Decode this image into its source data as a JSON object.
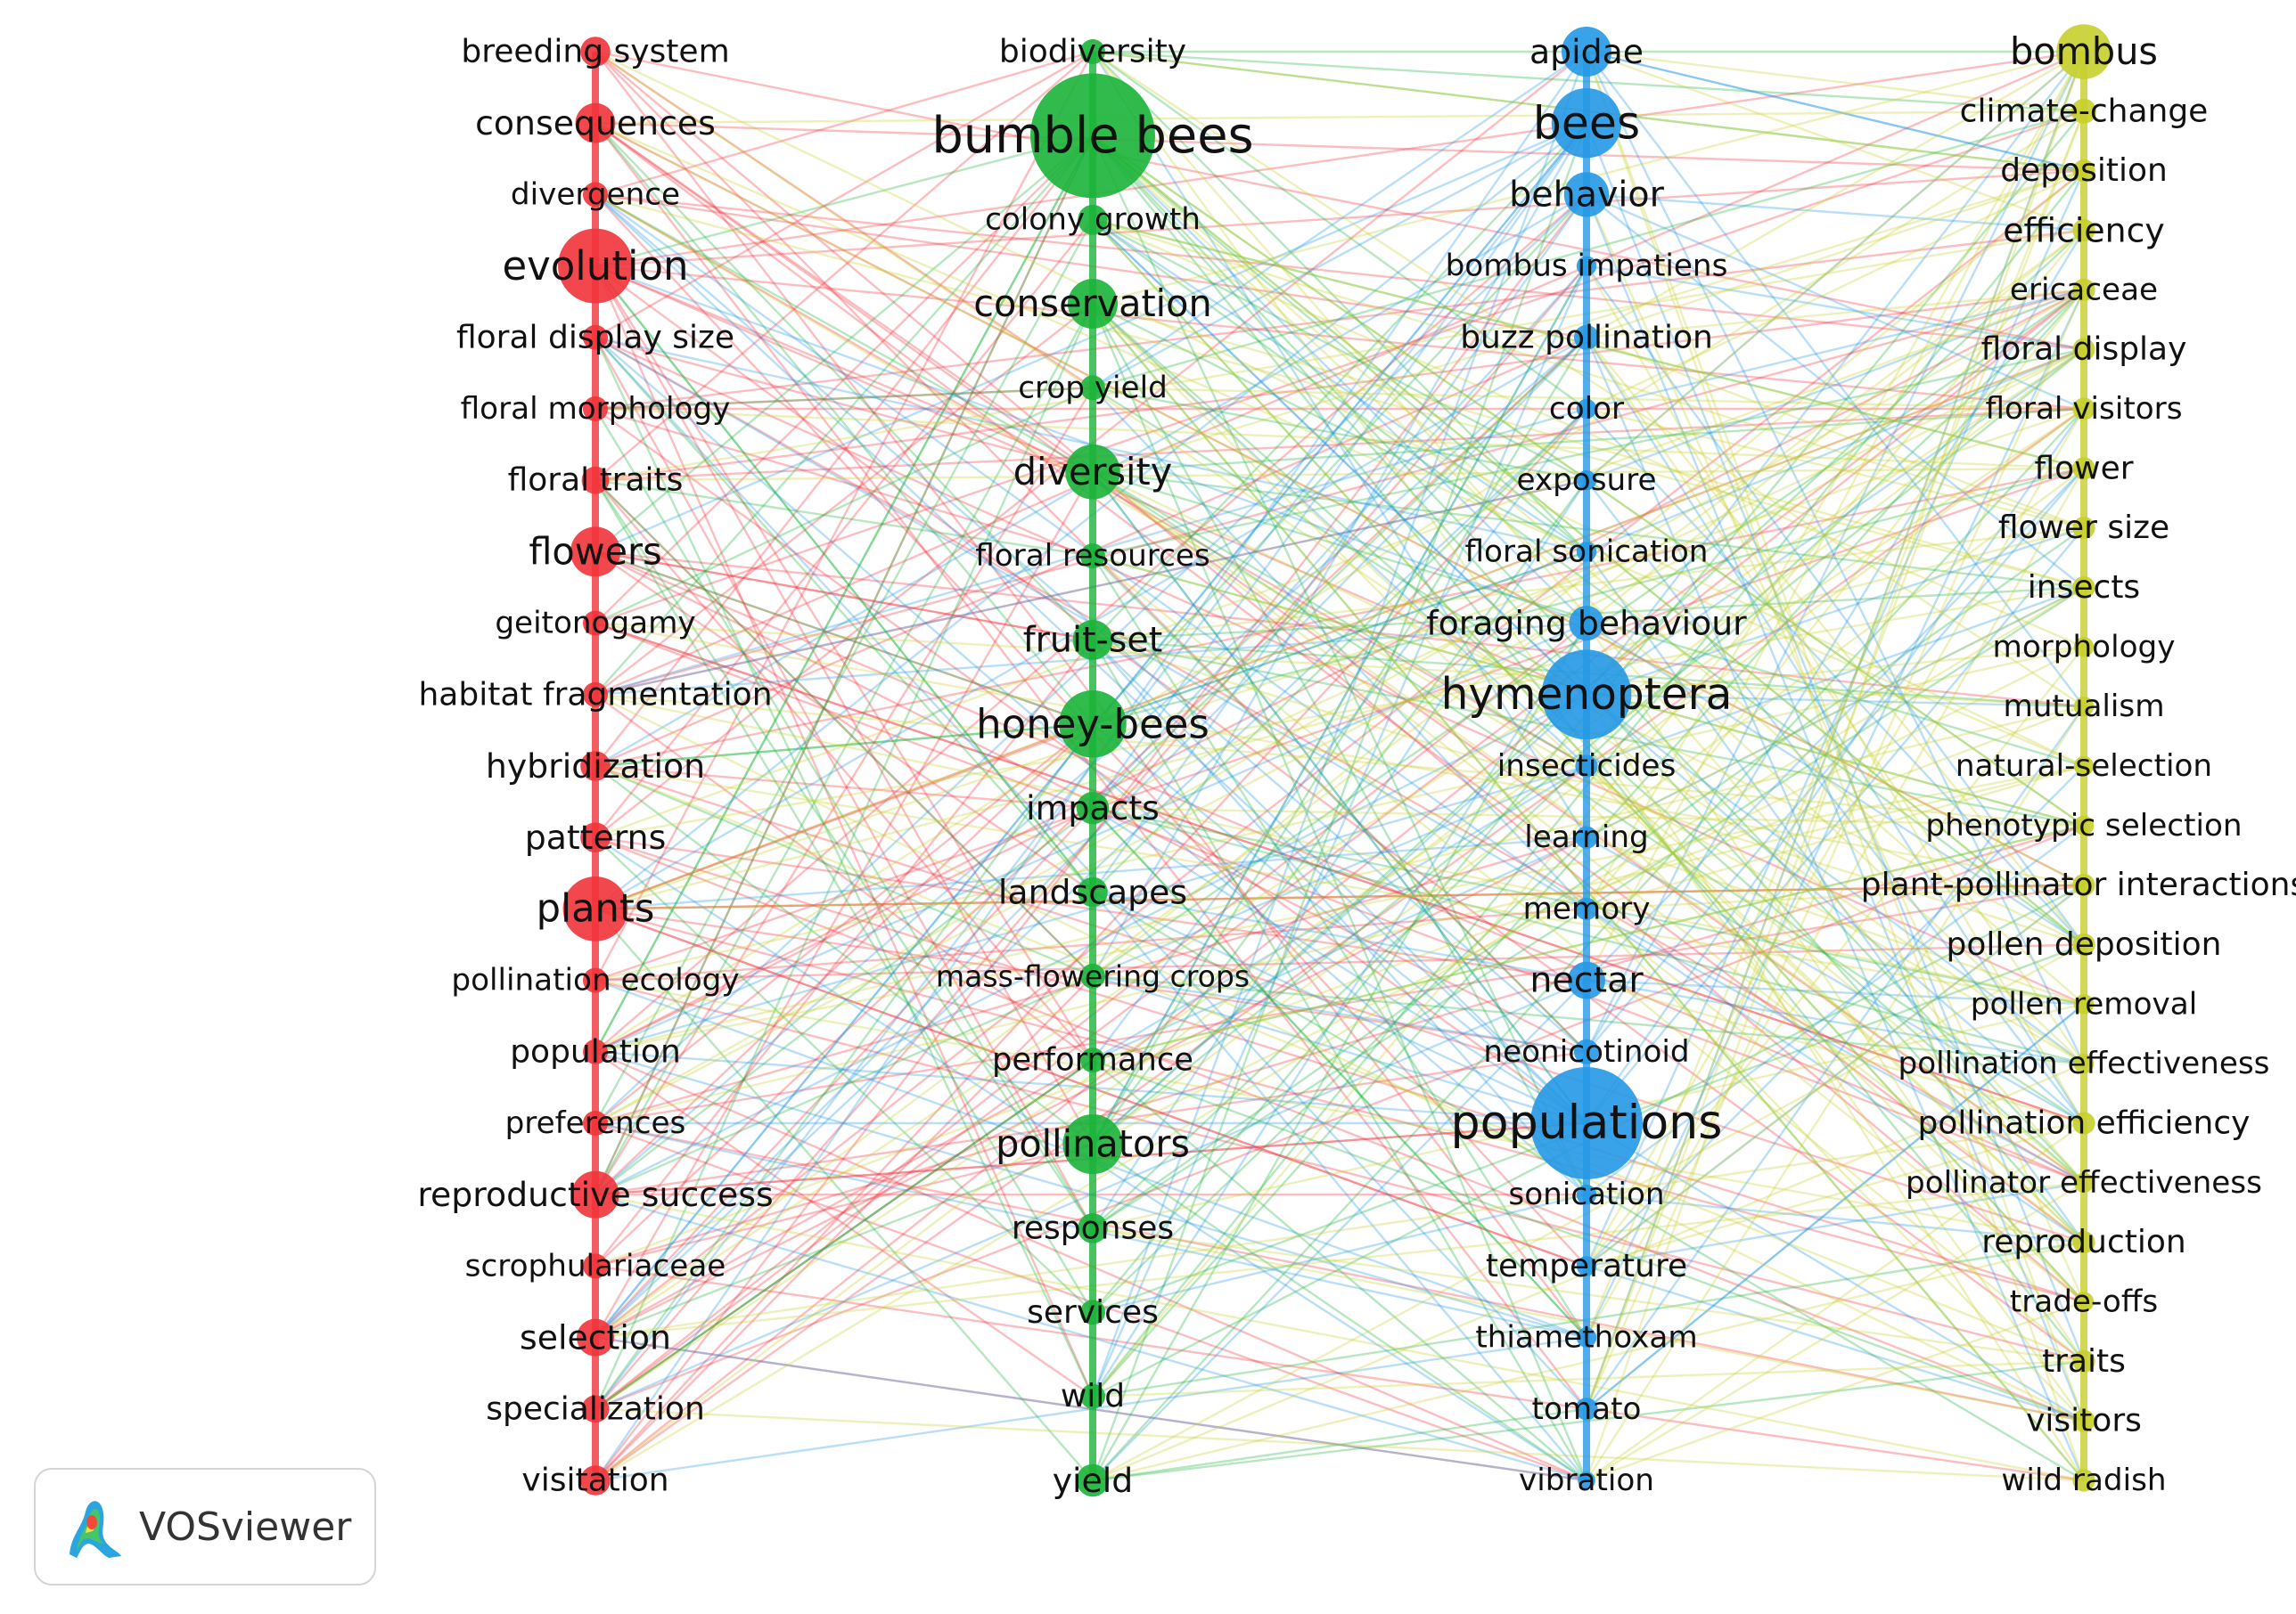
{
  "logo": {
    "label": "VOSviewer"
  },
  "clusters": [
    {
      "id": "red",
      "color": "#f2333b",
      "nodes": [
        {
          "label": "breeding system",
          "size": 1.2,
          "fs": 1.0
        },
        {
          "label": "consequences",
          "size": 1.6,
          "fs": 1.05
        },
        {
          "label": "divergence",
          "size": 1.0,
          "fs": 0.95
        },
        {
          "label": "evolution",
          "size": 3.0,
          "fs": 1.25
        },
        {
          "label": "floral display size",
          "size": 1.0,
          "fs": 1.0
        },
        {
          "label": "floral morphology",
          "size": 1.0,
          "fs": 0.95
        },
        {
          "label": "floral traits",
          "size": 1.1,
          "fs": 1.0
        },
        {
          "label": "flowers",
          "size": 2.0,
          "fs": 1.15
        },
        {
          "label": "geitonogamy",
          "size": 1.0,
          "fs": 0.95
        },
        {
          "label": "habitat fragmentation",
          "size": 1.0,
          "fs": 1.0
        },
        {
          "label": "hybridization",
          "size": 1.2,
          "fs": 1.05
        },
        {
          "label": "patterns",
          "size": 1.2,
          "fs": 1.05
        },
        {
          "label": "plants",
          "size": 2.6,
          "fs": 1.2
        },
        {
          "label": "pollination ecology",
          "size": 1.0,
          "fs": 0.95
        },
        {
          "label": "population",
          "size": 1.0,
          "fs": 1.0
        },
        {
          "label": "preferences",
          "size": 1.0,
          "fs": 0.95
        },
        {
          "label": "reproductive success",
          "size": 1.9,
          "fs": 1.05
        },
        {
          "label": "scrophulariaceae",
          "size": 1.0,
          "fs": 0.95
        },
        {
          "label": "selection",
          "size": 1.5,
          "fs": 1.05
        },
        {
          "label": "specialization",
          "size": 1.1,
          "fs": 1.0
        },
        {
          "label": "visitation",
          "size": 1.2,
          "fs": 1.0
        }
      ]
    },
    {
      "id": "green",
      "color": "#1bb43a",
      "nodes": [
        {
          "label": "biodiversity",
          "size": 1.0,
          "fs": 1.0
        },
        {
          "label": "bumble bees",
          "size": 5.0,
          "fs": 1.55
        },
        {
          "label": "colony growth",
          "size": 1.2,
          "fs": 0.95
        },
        {
          "label": "conservation",
          "size": 2.0,
          "fs": 1.15
        },
        {
          "label": "crop yield",
          "size": 1.0,
          "fs": 0.95
        },
        {
          "label": "diversity",
          "size": 2.2,
          "fs": 1.15
        },
        {
          "label": "floral resources",
          "size": 1.0,
          "fs": 0.95
        },
        {
          "label": "fruit-set",
          "size": 1.6,
          "fs": 1.1
        },
        {
          "label": "honey-bees",
          "size": 2.7,
          "fs": 1.25
        },
        {
          "label": "impacts",
          "size": 1.3,
          "fs": 1.05
        },
        {
          "label": "landscapes",
          "size": 1.2,
          "fs": 1.05
        },
        {
          "label": "mass-flowering crops",
          "size": 1.0,
          "fs": 0.92
        },
        {
          "label": "performance",
          "size": 1.0,
          "fs": 0.98
        },
        {
          "label": "pollinators",
          "size": 2.4,
          "fs": 1.15
        },
        {
          "label": "responses",
          "size": 1.2,
          "fs": 1.0
        },
        {
          "label": "services",
          "size": 1.0,
          "fs": 1.0
        },
        {
          "label": "wild",
          "size": 1.0,
          "fs": 1.0
        },
        {
          "label": "yield",
          "size": 1.3,
          "fs": 1.05
        }
      ]
    },
    {
      "id": "blue",
      "color": "#2598e6",
      "nodes": [
        {
          "label": "apidae",
          "size": 2.0,
          "fs": 1.05
        },
        {
          "label": "bees",
          "size": 2.8,
          "fs": 1.4
        },
        {
          "label": "behavior",
          "size": 1.8,
          "fs": 1.1
        },
        {
          "label": "bombus impatiens",
          "size": 0.8,
          "fs": 0.95
        },
        {
          "label": "buzz pollination",
          "size": 1.0,
          "fs": 1.0
        },
        {
          "label": "color",
          "size": 0.8,
          "fs": 0.95
        },
        {
          "label": "exposure",
          "size": 0.8,
          "fs": 0.95
        },
        {
          "label": "floral sonication",
          "size": 0.8,
          "fs": 0.95
        },
        {
          "label": "foraging behaviour",
          "size": 1.4,
          "fs": 1.05
        },
        {
          "label": "hymenoptera",
          "size": 3.6,
          "fs": 1.35
        },
        {
          "label": "insecticides",
          "size": 0.9,
          "fs": 0.95
        },
        {
          "label": "learning",
          "size": 0.9,
          "fs": 0.95
        },
        {
          "label": "memory",
          "size": 0.9,
          "fs": 0.95
        },
        {
          "label": "nectar",
          "size": 1.5,
          "fs": 1.1
        },
        {
          "label": "neonicotinoid",
          "size": 1.0,
          "fs": 0.95
        },
        {
          "label": "populations",
          "size": 4.5,
          "fs": 1.45
        },
        {
          "label": "sonication",
          "size": 0.8,
          "fs": 0.95
        },
        {
          "label": "temperature",
          "size": 0.8,
          "fs": 1.0
        },
        {
          "label": "thiamethoxam",
          "size": 0.8,
          "fs": 0.95
        },
        {
          "label": "tomato",
          "size": 0.9,
          "fs": 0.95
        },
        {
          "label": "vibration",
          "size": 0.7,
          "fs": 0.95
        }
      ]
    },
    {
      "id": "yellow",
      "color": "#c8cf2c",
      "nodes": [
        {
          "label": "bombus",
          "size": 2.2,
          "fs": 1.15
        },
        {
          "label": "climate-change",
          "size": 1.0,
          "fs": 1.0
        },
        {
          "label": "deposition",
          "size": 0.9,
          "fs": 1.0
        },
        {
          "label": "efficiency",
          "size": 0.9,
          "fs": 1.05
        },
        {
          "label": "ericaceae",
          "size": 0.9,
          "fs": 0.95
        },
        {
          "label": "floral display",
          "size": 0.9,
          "fs": 1.0
        },
        {
          "label": "floral visitors",
          "size": 0.9,
          "fs": 0.95
        },
        {
          "label": "flower",
          "size": 0.9,
          "fs": 1.0
        },
        {
          "label": "flower size",
          "size": 0.9,
          "fs": 1.0
        },
        {
          "label": "insects",
          "size": 0.9,
          "fs": 1.0
        },
        {
          "label": "morphology",
          "size": 0.8,
          "fs": 0.95
        },
        {
          "label": "mutualism",
          "size": 0.8,
          "fs": 0.95
        },
        {
          "label": "natural-selection",
          "size": 0.8,
          "fs": 0.95
        },
        {
          "label": "phenotypic selection",
          "size": 0.8,
          "fs": 0.95
        },
        {
          "label": "plant-pollinator interactions",
          "size": 0.9,
          "fs": 1.0
        },
        {
          "label": "pollen deposition",
          "size": 0.9,
          "fs": 1.0
        },
        {
          "label": "pollen removal",
          "size": 0.8,
          "fs": 0.95
        },
        {
          "label": "pollination effectiveness",
          "size": 0.8,
          "fs": 0.95
        },
        {
          "label": "pollination efficiency",
          "size": 0.9,
          "fs": 1.0
        },
        {
          "label": "pollinator effectiveness",
          "size": 0.8,
          "fs": 0.95
        },
        {
          "label": "reproduction",
          "size": 0.9,
          "fs": 1.0
        },
        {
          "label": "trade-offs",
          "size": 0.8,
          "fs": 0.95
        },
        {
          "label": "traits",
          "size": 0.9,
          "fs": 1.0
        },
        {
          "label": "visitors",
          "size": 0.9,
          "fs": 1.0
        },
        {
          "label": "wild radish",
          "size": 0.9,
          "fs": 0.95
        }
      ]
    }
  ]
}
